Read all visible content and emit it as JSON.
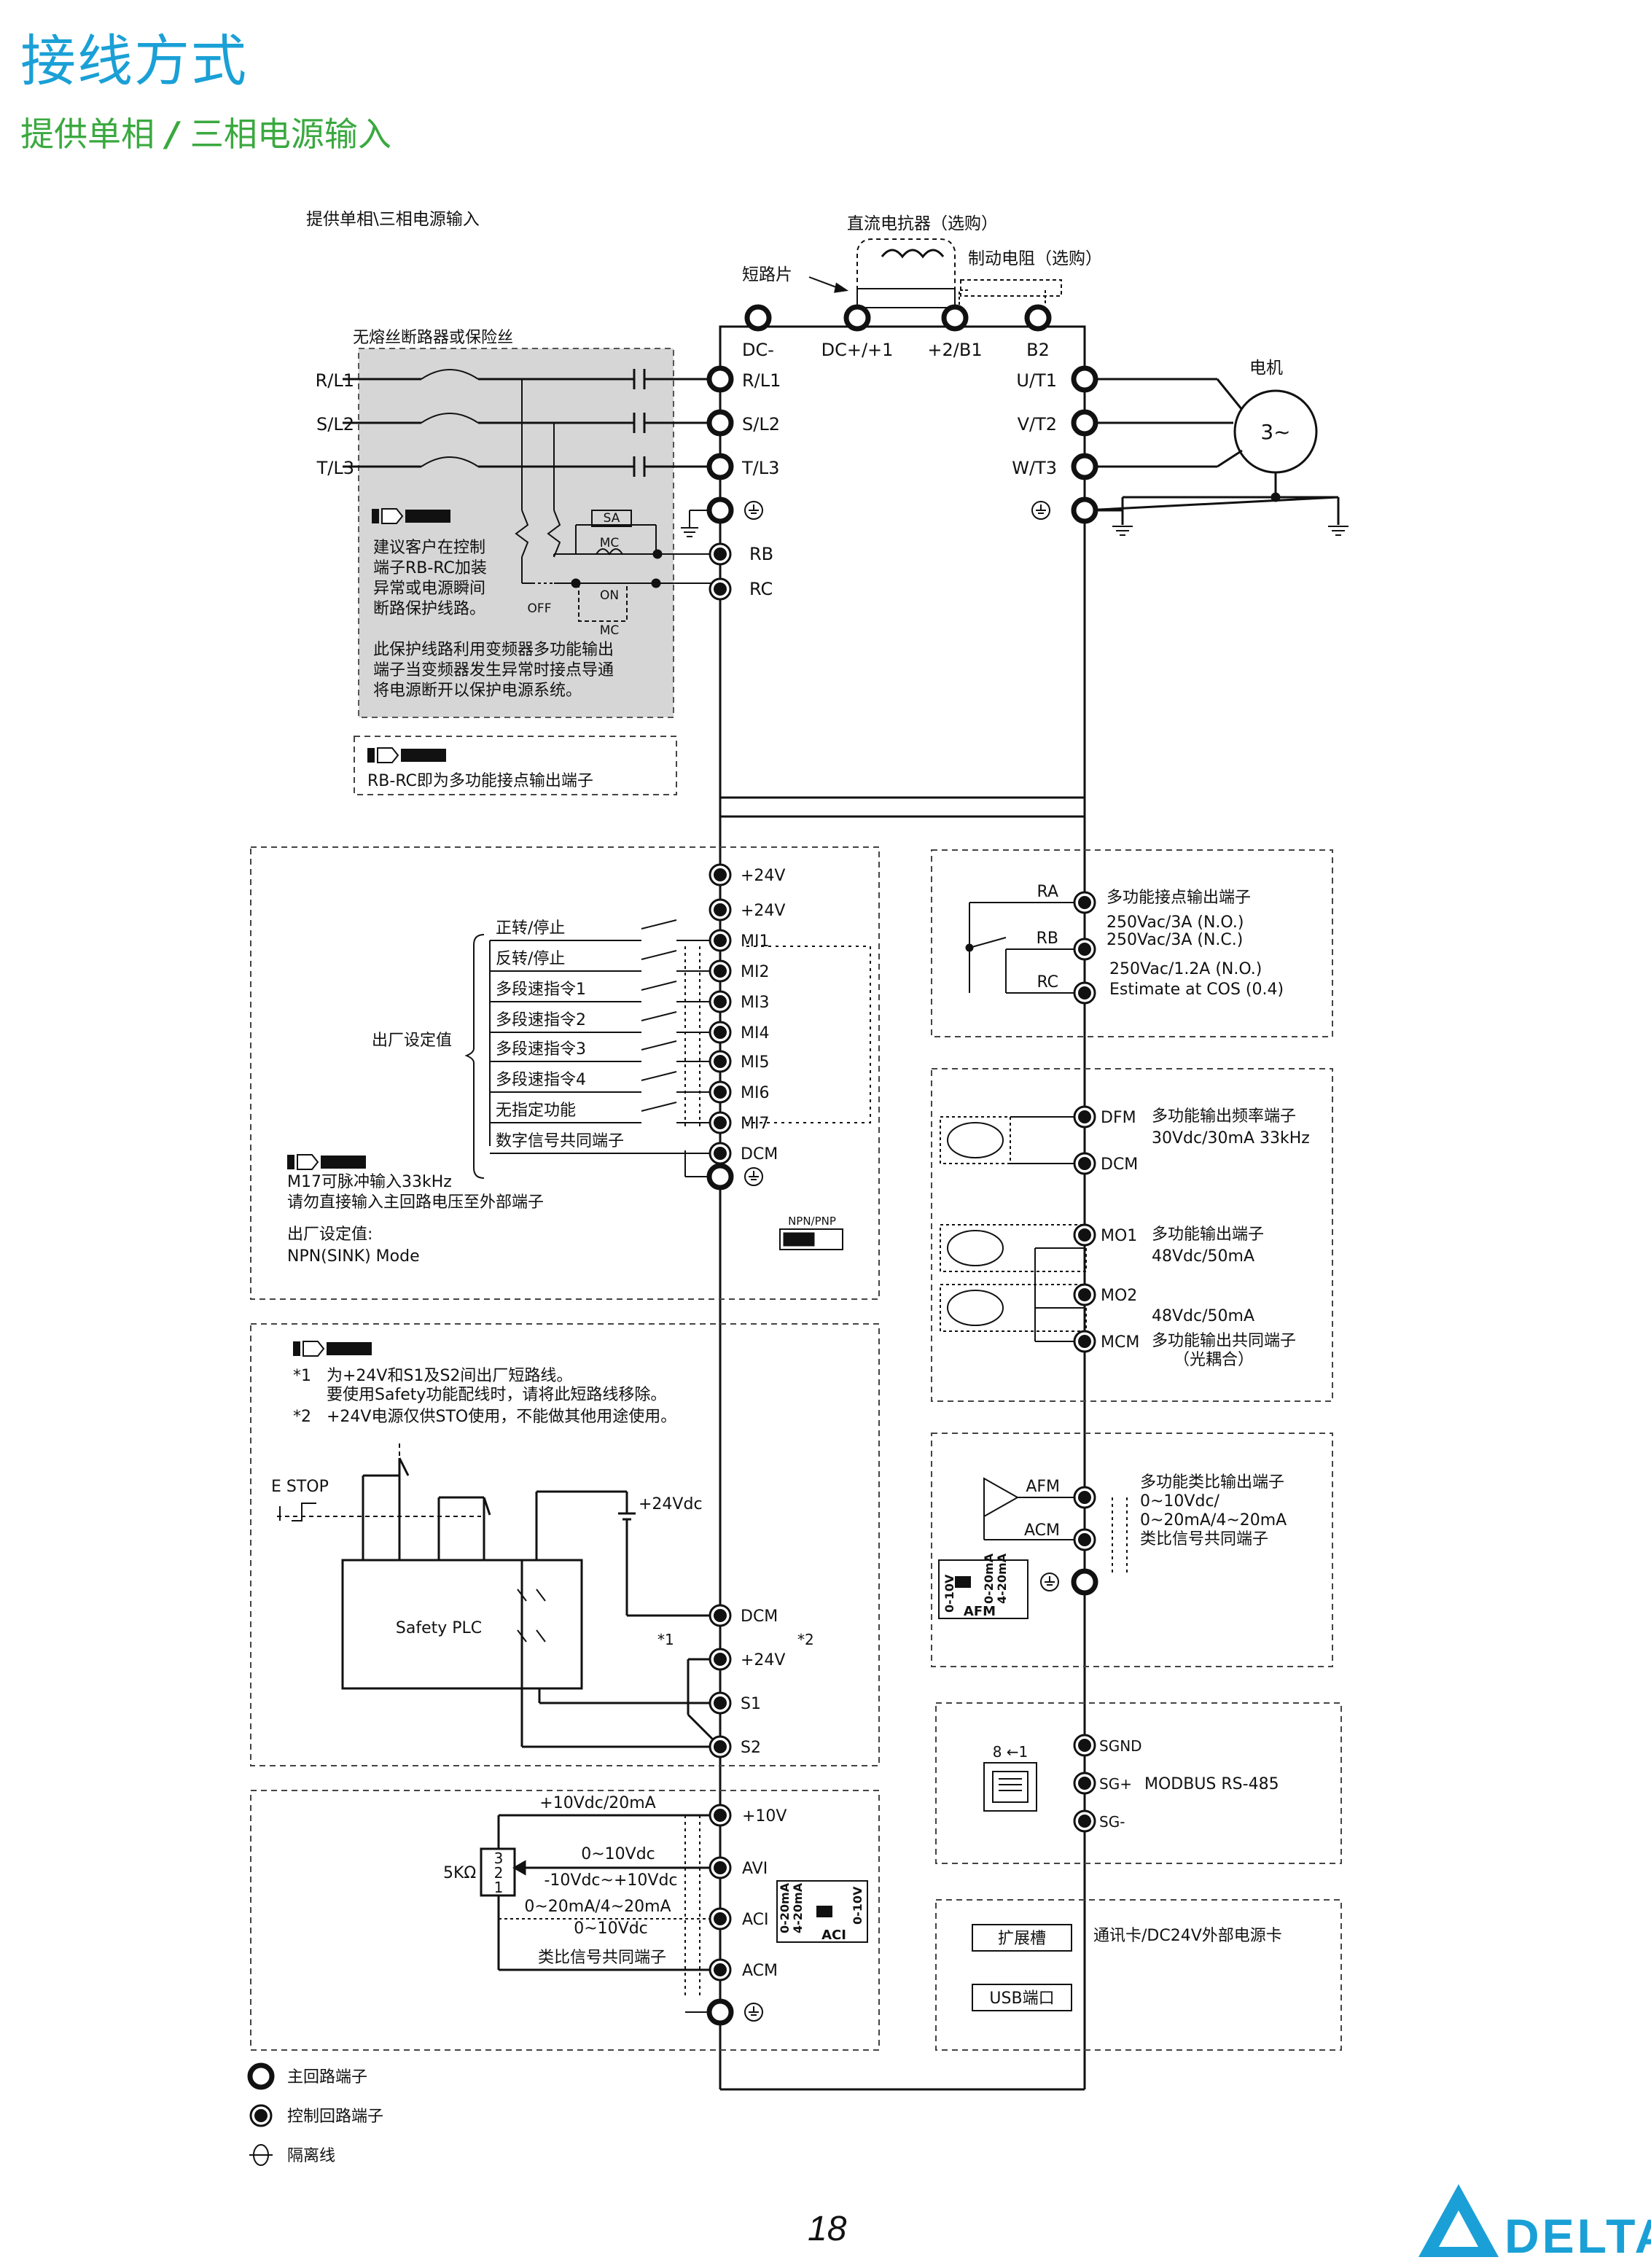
{
  "page": {
    "title": "接线方式",
    "subtitle_a": "提供单相",
    "subtitle_sep": " / ",
    "subtitle_b": "三相电源输入",
    "page_number": "18",
    "brand": "DELTA"
  },
  "colors": {
    "title": "#1aa0d6",
    "subtitle": "#3aa93f",
    "brand": "#1aa0d6",
    "note_box": "#d6d6d6"
  },
  "labels": {
    "heading": "提供单相\\三相电源输入",
    "reactor": "直流电抗器（选购）",
    "short_plate": "短路片",
    "brake_resistor": "制动电阻（选购）",
    "breaker": "无熔丝断路器或保险丝",
    "motor": "电机",
    "motor_symbol": "3~",
    "sa": "SA",
    "mc": "MC",
    "on": "ON",
    "off": "OFF",
    "note_word": "NOTE",
    "note1": [
      "建议客户在控制",
      "端子RB-RC加装",
      "异常或电源瞬间",
      "断路保护线路。",
      "",
      "此保护线路利用变频器多功能输出",
      "端子当变频器发生异常时接点导通",
      "将电源断开以保护电源系统。"
    ],
    "note2": "RB-RC即为多功能接点输出端子",
    "factory_setting": "出厂设定值",
    "mi_funcs": [
      "正转/停止",
      "反转/停止",
      "多段速指令1",
      "多段速指令2",
      "多段速指令3",
      "多段速指令4",
      "无指定功能",
      "数字信号共同端子"
    ],
    "note3": [
      "M17可脉冲输入33kHz",
      "请勿直接输入主回路电压至外部端子"
    ],
    "factory_mode": [
      "出厂设定值:",
      "NPN(SINK) Mode"
    ],
    "npn_pnp": "NPN/PNP",
    "note4": [
      "为+24V和S1及S2间出厂短路线。",
      "要使用Safety功能配线时，请将此短路线移除。",
      "+24V电源仅供STO使用，不能做其他用途使用。"
    ],
    "star1": "*1",
    "star2": "*2",
    "estop": "E STOP",
    "safety_plc": "Safety PLC",
    "v24dc": "+24Vdc",
    "relay_desc": [
      "多功能接点输出端子",
      "250Vac/3A (N.O.)",
      "250Vac/3A (N.C.)",
      "250Vac/1.2A (N.O.)",
      "Estimate at COS (0.4)"
    ],
    "dfm_desc": [
      "多功能输出频率端子",
      "30Vdc/30mA  33kHz"
    ],
    "mo1_desc": [
      "多功能输出端子",
      "48Vdc/50mA"
    ],
    "mo2_desc": "48Vdc/50mA",
    "mcm_desc": [
      "多功能输出共同端子",
      "（光耦合）"
    ],
    "afm_desc": [
      "多功能类比输出端子",
      "0~10Vdc/",
      "0~20mA/4~20mA",
      "类比信号共同端子"
    ],
    "afm_switch": [
      "0-10V",
      "0-20mA",
      "4-20mA",
      "AFM"
    ],
    "rj45": "8 ←1",
    "modbus": "MODBUS   RS-485",
    "pot": "5KΩ",
    "pot_pins": [
      "3",
      "2",
      "1"
    ],
    "analog": [
      "+10Vdc/20mA",
      "0~10Vdc",
      "-10Vdc~+10Vdc",
      "0~20mA/4~20mA",
      "0~10Vdc",
      "类比信号共同端子"
    ],
    "aci_switch": [
      "0-20mA",
      "4-20mA",
      "ACI",
      "0-10V"
    ],
    "ext_slot": "扩展槽",
    "comm_card": "通讯卡/DC24V外部电源卡",
    "usb": "USB端口",
    "legend": [
      "主回路端子",
      "控制回路端子",
      "隔离线"
    ]
  },
  "terminals": {
    "input_lines": [
      "R/L1",
      "S/L2",
      "T/L3"
    ],
    "main_input": [
      "R/L1",
      "S/L2",
      "T/L3"
    ],
    "dc_bus": [
      "DC-",
      "DC+/+1",
      "+2/B1",
      "B2"
    ],
    "outputs": [
      "U/T1",
      "V/T2",
      "W/T3"
    ],
    "rb": "RB",
    "rc": "RC",
    "control_left": [
      "+24V",
      "+24V",
      "MI1",
      "MI2",
      "MI3",
      "MI4",
      "MI5",
      "MI6",
      "MI7",
      "DCM"
    ],
    "safety": [
      "DCM",
      "+24V",
      "S1",
      "S2"
    ],
    "analog_in": [
      "+10V",
      "AVI",
      "ACI",
      "ACM"
    ],
    "relay": [
      "RA",
      "RB",
      "RC"
    ],
    "digital_out": [
      "DFM",
      "DCM",
      "MO1",
      "MO2",
      "MCM"
    ],
    "analog_out": [
      "AFM",
      "ACM"
    ],
    "comm": [
      "SGND",
      "SG+",
      "SG-"
    ]
  }
}
